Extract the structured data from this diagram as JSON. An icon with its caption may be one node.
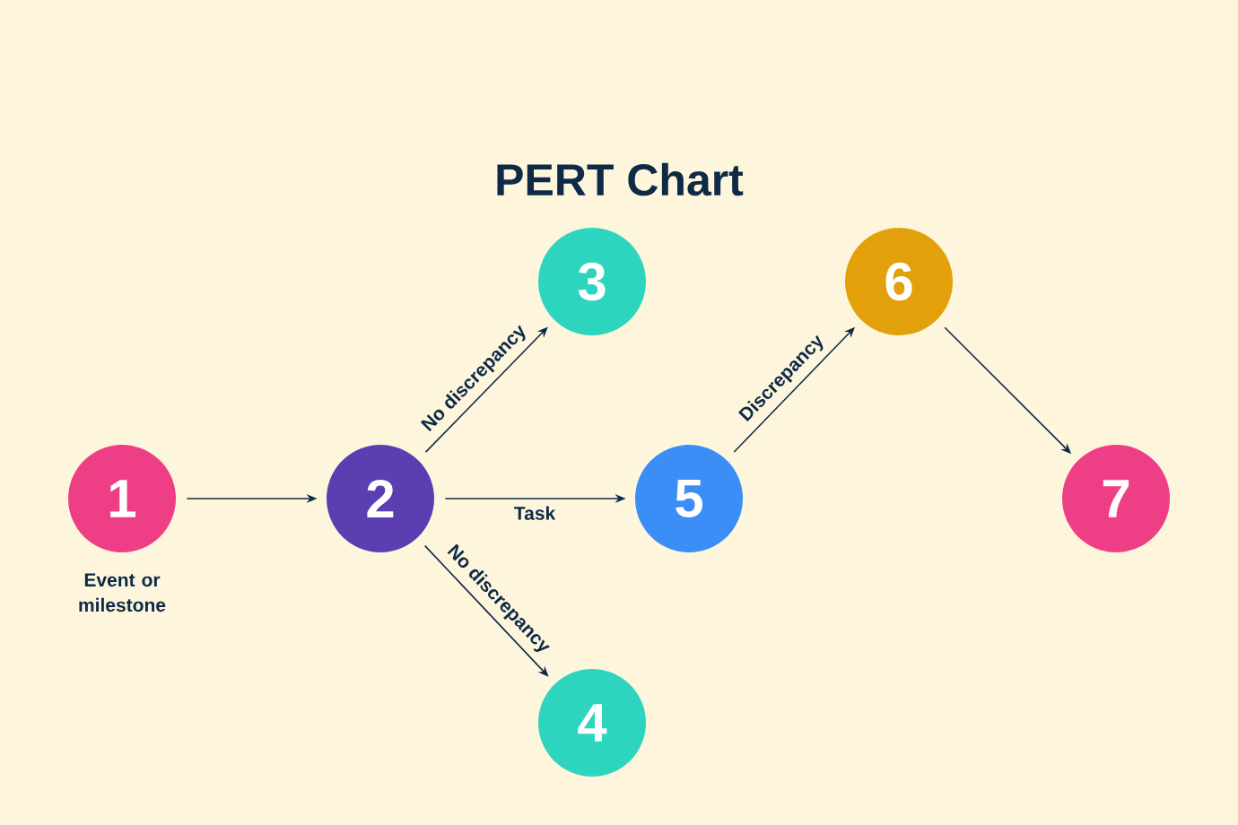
{
  "diagram": {
    "title": "PERT Chart",
    "nodes": [
      {
        "text": [
          "1"
        ],
        "beside": [
          "Event or milestone"
        ]
      },
      {
        "text": [
          "2"
        ]
      },
      {
        "text": [
          "3"
        ]
      },
      {
        "text": [
          "4"
        ]
      },
      {
        "text": [
          "5"
        ]
      },
      {
        "text": [
          "6"
        ]
      },
      {
        "text": [
          "7"
        ]
      }
    ],
    "edges": [
      {
        "from": 0,
        "to": 1,
        "arrow": "to"
      },
      {
        "from": 1,
        "to": 2,
        "arrow": "to",
        "label": "No discrepancy"
      },
      {
        "from": 1,
        "to": 3,
        "arrow": "to",
        "label": "No discrepancy"
      },
      {
        "from": 1,
        "to": 4,
        "arrow": "to",
        "label": "Task"
      },
      {
        "from": 4,
        "to": 5,
        "arrow": "to",
        "label": "Discrepancy"
      },
      {
        "from": 5,
        "to": 6,
        "arrow": "to"
      }
    ]
  }
}
